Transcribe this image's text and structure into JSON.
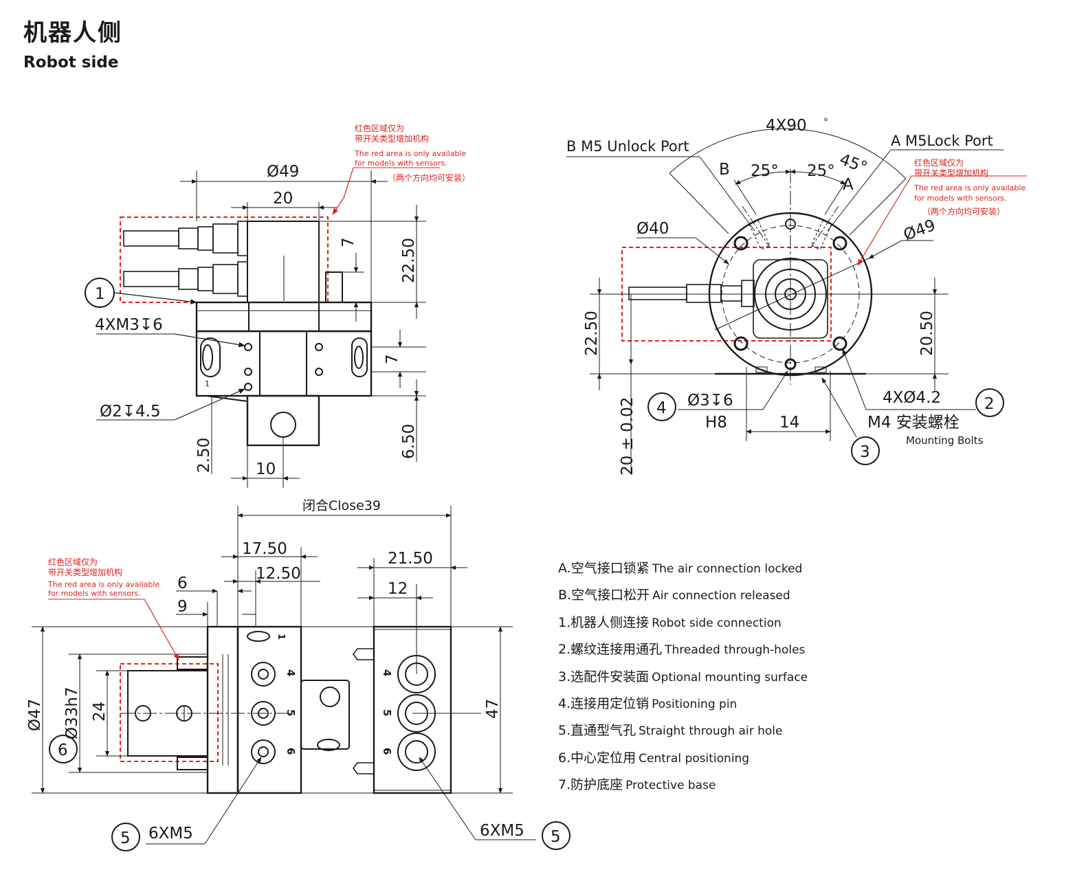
{
  "header": {
    "title_cn": "机器人侧",
    "title_en": "Robot side"
  },
  "red_note": {
    "cn_line1": "红色区域仅为",
    "cn_line2": "带开关类型增加机构",
    "en_line1": "The red area is only available",
    "en_line2": "for models with sensors.",
    "both_dirs": "（两个方向均可安装）"
  },
  "top_left_view": {
    "dia49": "Ø49",
    "w20": "20",
    "h7": "7",
    "h22_50": "22.50",
    "h7b": "7",
    "h6_50": "6.50",
    "h2_50": "2.50",
    "w10": "10",
    "callout1": "1",
    "thread_4xm3": "4XM3↧6",
    "pin_dia2": "Ø2↧4.5",
    "pin_num": "1"
  },
  "top_right_view": {
    "angle_4x90": "4X90",
    "deg": "°",
    "b_port": "B  M5 Unlock  Port",
    "a_port": "A  M5Lock  Port",
    "b_label": "B",
    "a_label": "A",
    "ang25a": "25°",
    "ang25b": "25°",
    "ang45": "45°",
    "dia40": "Ø40",
    "dia49": "Ø49",
    "h22_50": "22.50",
    "h20_50": "20.50",
    "tol": "20 ± 0.02",
    "pin_callout": "Ø3↧6",
    "fit": "H8",
    "w14": "14",
    "bolts_spec": "4XØ4.2",
    "bolts_cn": "M4 安装螺栓",
    "bolts_en": "Mounting Bolts",
    "c2": "2",
    "c3": "3",
    "c4": "4"
  },
  "bottom_left_view": {
    "close39": "闭合Close39",
    "d17_50": "17.50",
    "d12_50": "12.50",
    "d6": "6",
    "d9": "9",
    "dia47": "Ø47",
    "dia33h7": "Ø33h7",
    "d24": "24",
    "c6": "6",
    "c5": "5",
    "thread": "6XM5",
    "n1": "1",
    "n4": "4",
    "n5": "5",
    "n6": "6"
  },
  "bottom_right_view": {
    "d21_50": "21.50",
    "d12": "12",
    "d47": "47",
    "thread": "6XM5",
    "c5": "5",
    "n4": "4",
    "n5": "5",
    "n6": "6"
  },
  "legend": [
    {
      "cn": "A.空气接口锁紧",
      "en": "The air connection locked"
    },
    {
      "cn": "B.空气接口松开",
      "en": "Air connection released"
    },
    {
      "cn": "1.机器人侧连接",
      "en": "Robot side connection"
    },
    {
      "cn": "2.螺纹连接用通孔",
      "en": "Threaded through-holes"
    },
    {
      "cn": "3.选配件安装面",
      "en": "Optional mounting surface"
    },
    {
      "cn": "4.连接用定位销",
      "en": "Positioning pin"
    },
    {
      "cn": "5.直通型气孔",
      "en": "Straight through air hole"
    },
    {
      "cn": "6.中心定位用",
      "en": "Central positioning"
    },
    {
      "cn": "7.防护底座",
      "en": "Protective base"
    }
  ],
  "colors": {
    "line": "#1a1a1a",
    "red": "#e0201c"
  }
}
